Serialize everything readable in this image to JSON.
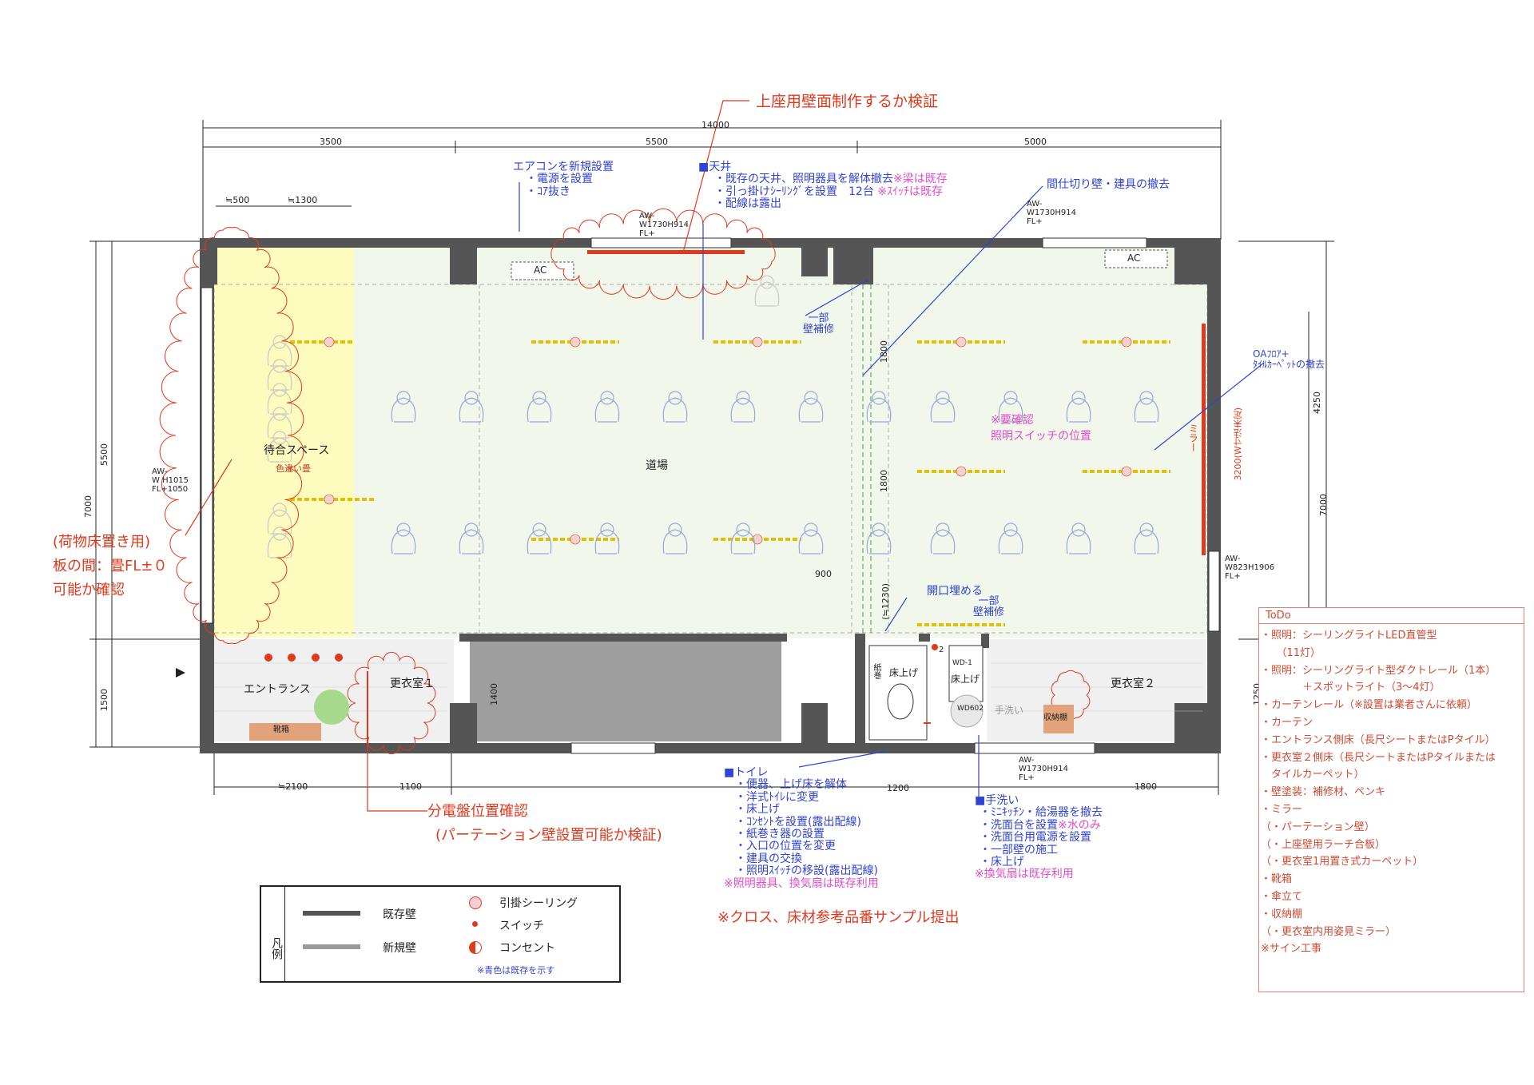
{
  "annotations": {
    "top_note": "上座用壁面制作するか検証",
    "ac_note": [
      "エアコンを新規設置",
      "・電源を設置",
      "・ｺｱ抜き"
    ],
    "ceiling_title": "■天井",
    "ceiling_lines": [
      "・既存の天井、照明器具を解体撤去",
      "・引っ掛けｼｰﾘﾝｸﾞを設置　12台",
      "・配線は露出"
    ],
    "ceiling_pink1": "※梁は既存",
    "ceiling_pink2": "※ｽｲｯﾁは既存",
    "partition_note": "間仕切り壁・建具の撤去",
    "oa_note": [
      "OAﾌﾛｱ+",
      "ﾀｲﾙｶｰﾍﾟｯﾄの撤去"
    ],
    "partial_repair_1": [
      "一部",
      "壁補修"
    ],
    "partial_repair_2": [
      "一部",
      "壁補修"
    ],
    "opening_fill": "開口埋める",
    "switch_check": [
      "※要確認",
      "照明スイッチの位置"
    ],
    "storage_note": [
      "(荷物床置き用)",
      "板の間：畳FL±０",
      "可能か確認"
    ],
    "panel_note_1": "分電盤位置確認",
    "panel_note_2": "(パーテーション壁設置可能か検証)",
    "sample_note": "※クロス、床材参考品番サンプル提出",
    "toilet_title": "■トイレ",
    "toilet_lines": [
      "・便器、上げ床を解体",
      "・洋式ﾄｲﾚに変更",
      "・床上げ",
      "・ｺﾝｾﾝﾄを設置(露出配線)",
      "・紙巻き器の設置",
      "・入口の位置を変更",
      "・建具の交換",
      "・照明ｽｲｯﾁの移設(露出配線)"
    ],
    "toilet_pink": "※照明器具、換気扇は既存利用",
    "wash_title": "■手洗い",
    "wash_lines": [
      "・ﾐﾆｷｯﾁﾝ・給湯器を撤去",
      "・洗面台を設置",
      "・洗面台用電源を設置",
      "・一部壁の施工",
      "・床上げ"
    ],
    "wash_pink_inline": "※水のみ",
    "wash_pink": "※換気扇は既存利用"
  },
  "rooms": {
    "waiting": "待合スペース",
    "waiting_sub": "色違い畳",
    "dojo": "道場",
    "entrance": "エントランス",
    "changing1": "更衣室１",
    "changing2": "更衣室２",
    "toilet_floor": "床上げ",
    "wash_floor": "床上げ",
    "shoe_box": "靴箱",
    "storage_shelf": "収納棚",
    "mirror": "ミラー",
    "hand_wash": "手洗い",
    "paper": "紙巻",
    "ac1": "AC",
    "ac2": "AC"
  },
  "dimensions": {
    "total": "14000",
    "seg1": "3500",
    "seg2": "5500",
    "seg3": "5000",
    "d500": "≒500",
    "d1300": "≒1300",
    "left_5500": "5500",
    "left_7000": "7000",
    "left_1500": "1500",
    "right_4250": "4250",
    "right_7000": "7000",
    "right_1250": "1250",
    "d1800a": "1800",
    "d1800b": "1800",
    "d900": "900",
    "d1230": "(≒1230)",
    "d1400": "1400",
    "b2100": "≒2100",
    "b1100": "1100",
    "b1200": "1200",
    "b1800": "1800",
    "mirror_dim": "3200(W寸法未定)",
    "window_top_left": [
      "AW-",
      "W1730H914",
      "FL+"
    ],
    "window_top_right": [
      "AW-",
      "W1730H914",
      "FL+"
    ],
    "window_left": [
      "AW-",
      "W H1015",
      "FL+1050"
    ],
    "window_right": [
      "AW-",
      "W823H1906",
      "FL+"
    ],
    "window_bottom": [
      "AW-",
      "W1730H914",
      "FL+"
    ],
    "wd_label": [
      "WD-1",
      "2"
    ],
    "wd602": "WD602"
  },
  "todo": {
    "title": "ToDo",
    "items": [
      "・照明：シーリングライトLED直管型",
      "　　（11灯）",
      "・照明：シーリングライト型ダクトレール（1本）",
      "　　　　＋スポットライト（3〜4灯）",
      "・カーテンレール（※設置は業者さんに依頼）",
      "・カーテン",
      "・エントランス側床（長尺シートまたはPタイル）",
      "・更衣室２側床（長尺シートまたはPタイルまたは",
      "　タイルカーペット）",
      "・壁塗装：補修材、ペンキ",
      "・ミラー",
      "（・パーテーション壁）",
      "（・上座壁用ラーチ合板）",
      "（・更衣室1用置き式カーペット）",
      "・靴箱",
      "・傘立て",
      "・収納棚",
      "（・更衣室内用姿見ミラー）",
      "※サイン工事"
    ]
  },
  "legend": {
    "title": "凡例",
    "existing_wall": "既存壁",
    "new_wall": "新規壁",
    "ceiling_hook": "引掛シーリング",
    "switch": "スイッチ",
    "outlet": "コンセント",
    "note": "※青色は既存を示す"
  },
  "colors": {
    "wall": "#555555",
    "new_wall": "#9a9a9a",
    "red": "#e0391c",
    "blue": "#2f43d4",
    "pink": "#e04cc8",
    "tatami": "#fdfbbd",
    "floor": "#f2f7ec"
  }
}
